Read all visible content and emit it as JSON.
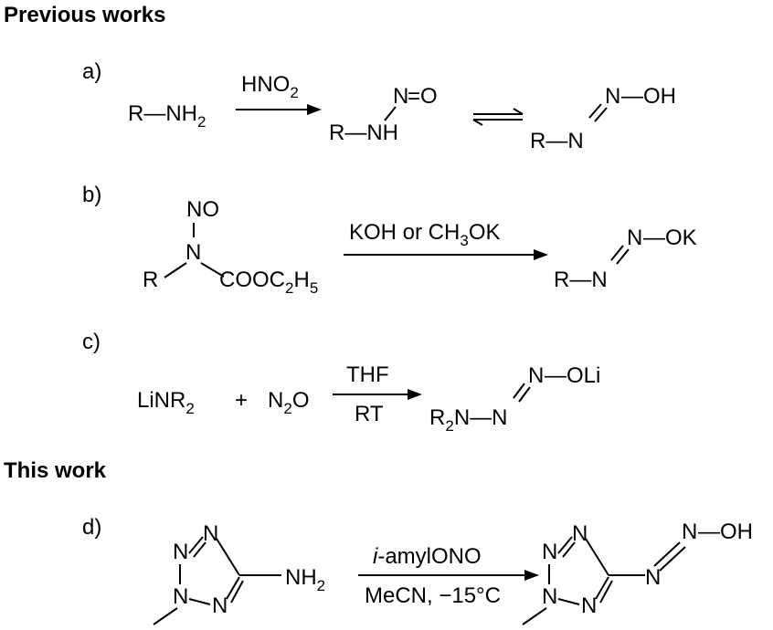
{
  "headings": {
    "previous": "Previous works",
    "this_work": "This work"
  },
  "labels": [
    "a)",
    "b)",
    "c)",
    "d)"
  ],
  "scheme_a": {
    "reactant": "R—NH",
    "reactant_sub": "2",
    "reagent": "HNO",
    "reagent_sub": "2",
    "nitroso_n": "N",
    "nitroso_o": "=O",
    "intermediate": "R—NH",
    "product_n_top": "N",
    "product_oh": "—OH",
    "product_r": "R—N"
  },
  "scheme_b": {
    "no_group": "NO",
    "n_atom": "N",
    "r_group": "R",
    "ester": "COOC",
    "ester_sub1": "2",
    "ester_h": "H",
    "ester_sub2": "5",
    "reagent_a": "KOH or CH",
    "reagent_sub": "3",
    "reagent_b": "OK",
    "product_n_top": "N",
    "product_ok": "—OK",
    "product_r": "R—N"
  },
  "scheme_c": {
    "reactant1": "LiNR",
    "reactant1_sub": "2",
    "plus": "+",
    "reactant2": "N",
    "reactant2_sub": "2",
    "reactant2_o": "O",
    "solvent": "THF",
    "temperature": "RT",
    "product_n_top": "N",
    "product_oli": "—OLi",
    "product_r": "R",
    "product_r_sub": "2",
    "product_n": "N—N"
  },
  "scheme_d": {
    "reagent": "i",
    "reagent_rest": "-amylONO",
    "conditions": "MeCN, −15°C",
    "amine": "NH",
    "amine_sub": "2",
    "ring_n": "N",
    "product_n_top": "N",
    "product_oh": "—OH",
    "product_n": "N"
  }
}
